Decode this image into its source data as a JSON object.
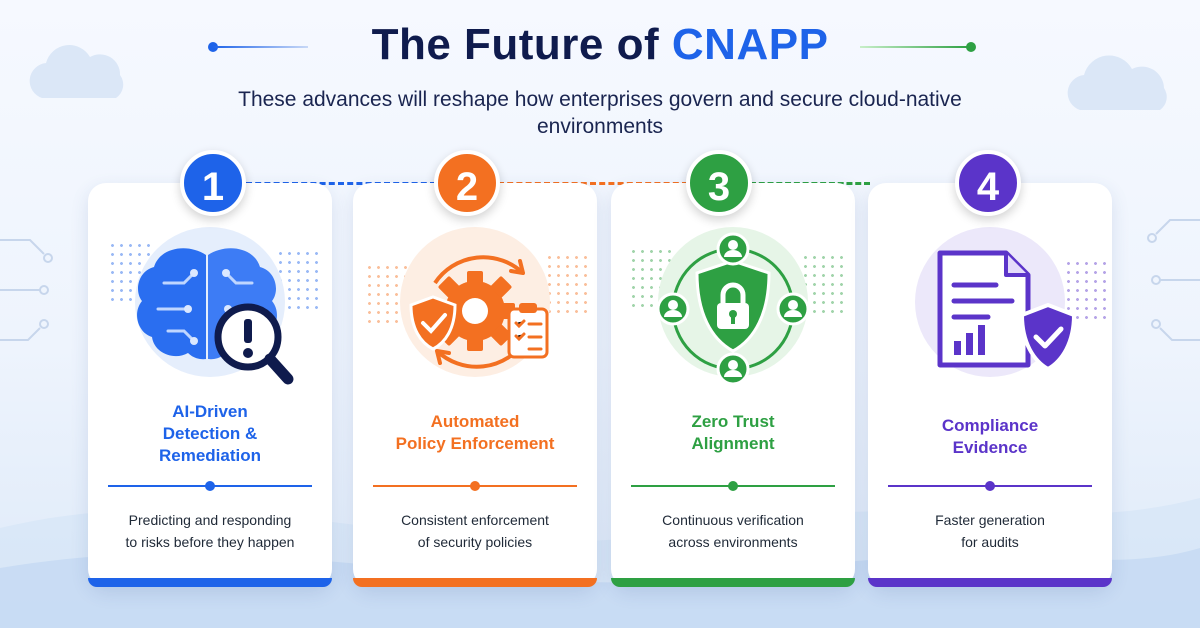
{
  "header": {
    "title_prefix": "The Future of ",
    "title_accent": "CNAPP",
    "subtitle": "These advances will reshape how enterprises govern and secure cloud-native environments"
  },
  "colors": {
    "blue": "#1e63e9",
    "orange": "#f37021",
    "green": "#2ea043",
    "purple": "#5b34c9",
    "navy": "#0f1b4d"
  },
  "steps": [
    {
      "number": "1",
      "title_lines": [
        "AI-Driven",
        "Detection &",
        "Remediation"
      ],
      "description_lines": [
        "Predicting and responding",
        "to risks before they happen"
      ],
      "icon": "brain-magnifier-alert-icon"
    },
    {
      "number": "2",
      "title_lines": [
        "Automated",
        "Policy Enforcement"
      ],
      "description_lines": [
        "Consistent enforcement",
        "of security policies"
      ],
      "icon": "gear-cycle-shield-checklist-icon"
    },
    {
      "number": "3",
      "title_lines": [
        "Zero Trust",
        "Alignment"
      ],
      "description_lines": [
        "Continuous verification",
        "across environments"
      ],
      "icon": "lock-shield-users-icon"
    },
    {
      "number": "4",
      "title_lines": [
        "Compliance",
        "Evidence"
      ],
      "description_lines": [
        "Faster generation",
        "for audits"
      ],
      "icon": "document-shield-check-icon"
    }
  ]
}
